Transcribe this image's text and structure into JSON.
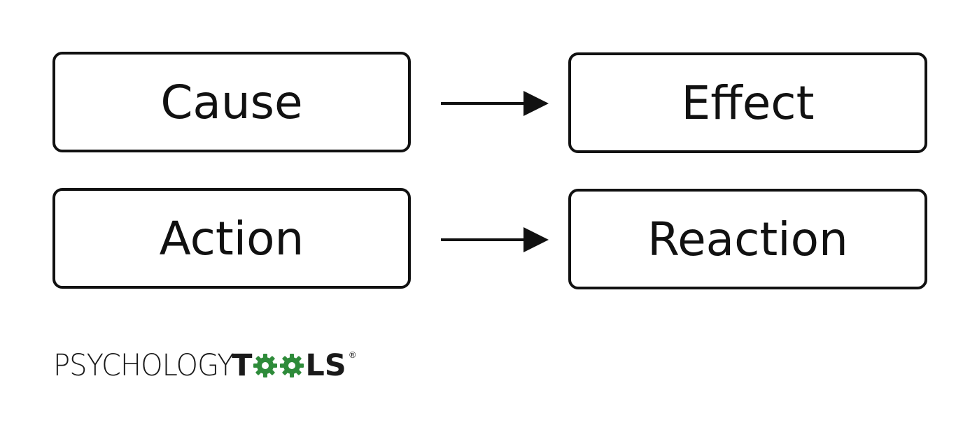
{
  "diagram": {
    "rows": [
      {
        "left": "Cause",
        "right": "Effect"
      },
      {
        "left": "Action",
        "right": "Reaction"
      }
    ]
  },
  "logo": {
    "light_text": "PSYCHOLOGY",
    "bold_prefix": "T",
    "bold_suffix": "LS",
    "registered": "®",
    "gear_color": "#2e8b3a",
    "gear_icon": "gear-icon"
  }
}
